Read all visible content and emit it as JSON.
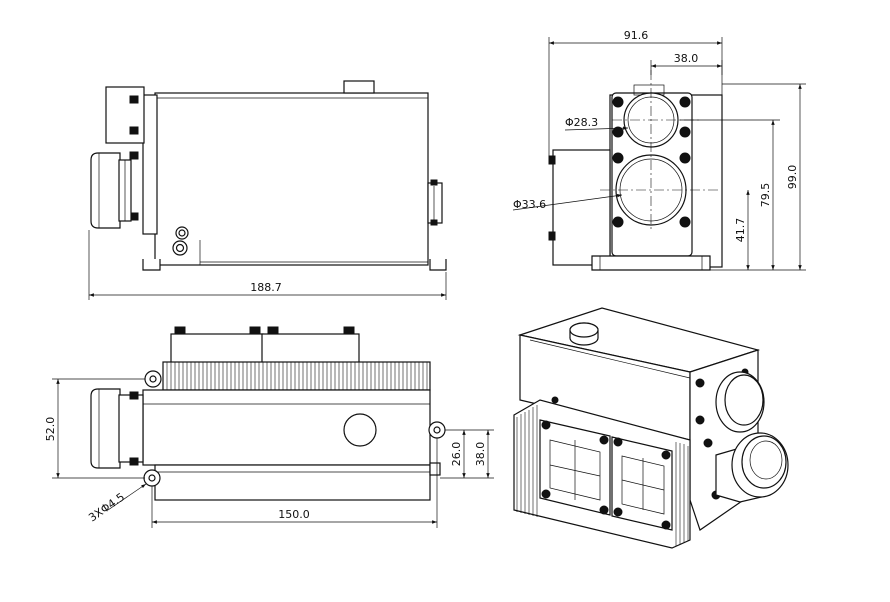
{
  "dimensions": {
    "side_length": "188.7",
    "front_width": "91.6",
    "front_top_offset": "38.0",
    "upper_lens_diameter": "Φ28.3",
    "lower_lens_diameter": "Φ33.6",
    "front_height": "99.0",
    "upper_lens_center_height": "79.5",
    "lower_lens_center_height": "41.7",
    "top_height": "52.0",
    "mount_spacing": "150.0",
    "hole_spec": "3XΦ4.5",
    "hole_height_upper": "26.0",
    "hole_height_lower": "38.0"
  }
}
